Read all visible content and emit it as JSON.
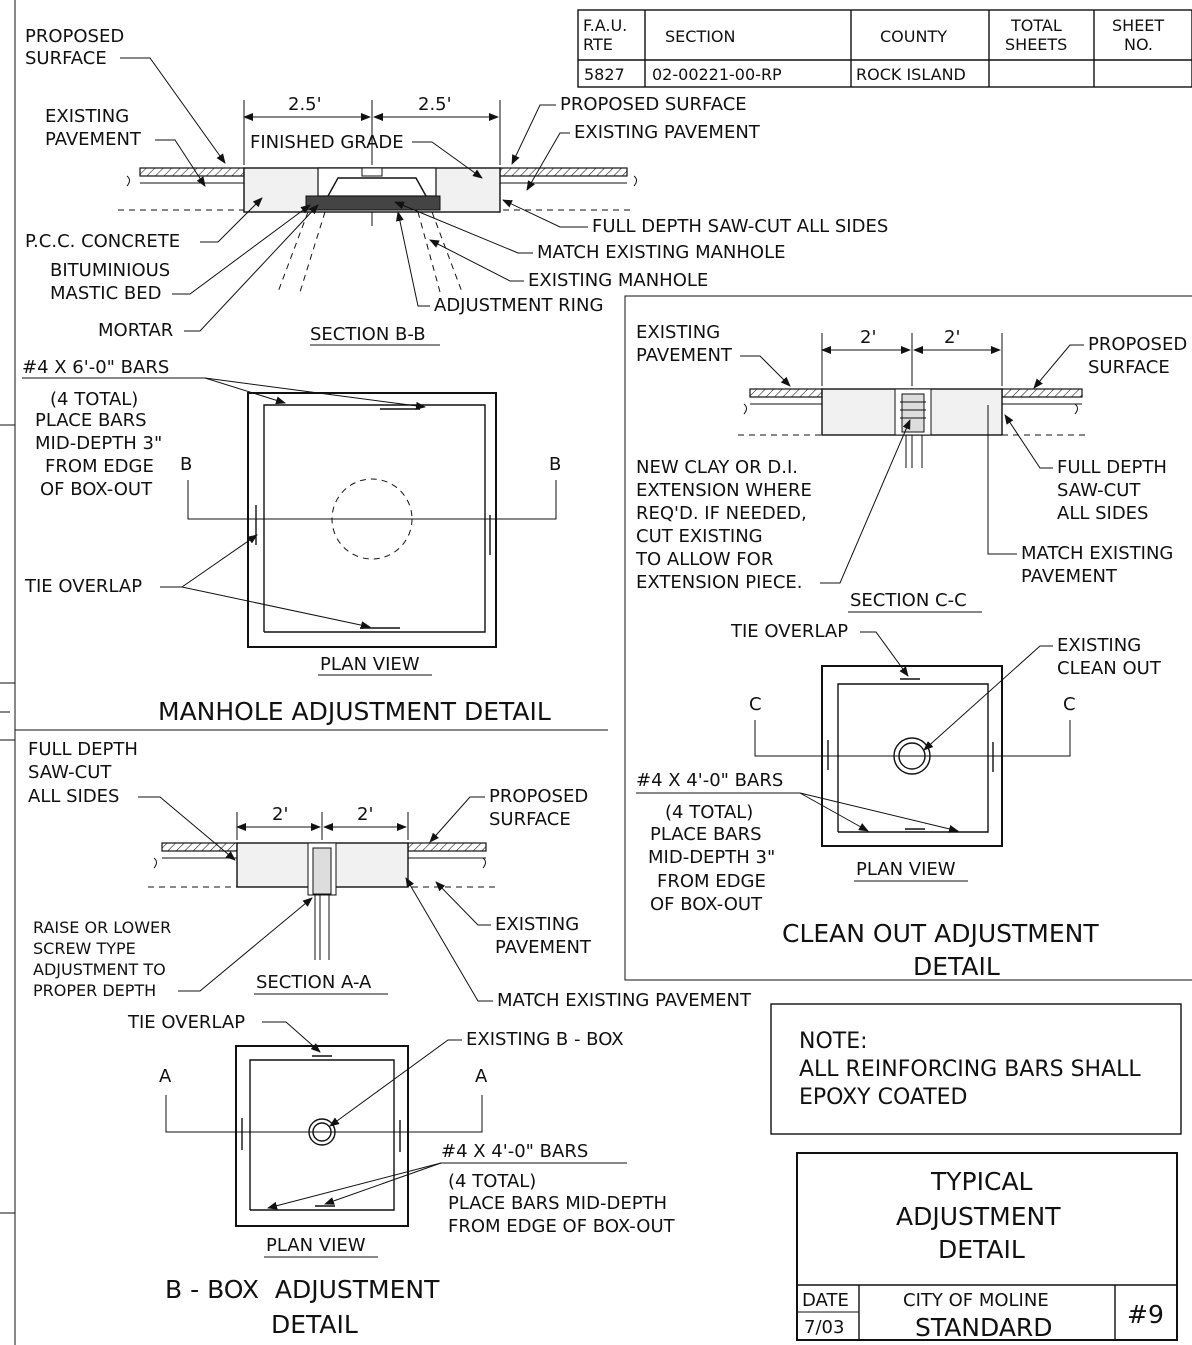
{
  "title_block": {
    "headers": [
      "F.A.U. RTE",
      "SECTION",
      "COUNTY",
      "TOTAL SHEETS",
      "SHEET NO."
    ],
    "values": [
      "5827",
      "02-00221-00-RP",
      "ROCK ISLAND",
      "",
      ""
    ]
  },
  "manhole": {
    "section_title": "SECTION B-B",
    "plan_title": "PLAN VIEW",
    "detail_title": "MANHOLE ADJUSTMENT DETAIL",
    "dim_left": "2.5'",
    "dim_right": "2.5'",
    "labels": {
      "proposed_surface_l1": "PROPOSED",
      "proposed_surface_l2": "SURFACE",
      "existing_pavement_l1": "EXISTING",
      "existing_pavement_l2": "PAVEMENT",
      "finished_grade": "FINISHED GRADE",
      "proposed_surface_r": "PROPOSED SURFACE",
      "existing_pavement_r": "EXISTING PAVEMENT",
      "saw_cut": "FULL DEPTH SAW-CUT ALL SIDES",
      "pcc": "P.C.C. CONCRETE",
      "match_manhole": "MATCH EXISTING MANHOLE",
      "bit_l1": "BITUMINIOUS",
      "bit_l2": "MASTIC BED",
      "existing_manhole": "EXISTING MANHOLE",
      "adj_ring": "ADJUSTMENT RING",
      "mortar": "MORTAR",
      "bars": "#4 X 6'-0\" BARS",
      "bars_n1": "(4 TOTAL)",
      "bars_n2": "PLACE BARS",
      "bars_n3": "MID-DEPTH 3\"",
      "bars_n4": "FROM EDGE",
      "bars_n5": "OF BOX-OUT",
      "tie": "TIE OVERLAP",
      "cut_left": "B",
      "cut_right": "B"
    }
  },
  "cleanout": {
    "section_title": "SECTION C-C",
    "plan_title": "PLAN VIEW",
    "detail_title_l1": "CLEAN OUT ADJUSTMENT",
    "detail_title_l2": "DETAIL",
    "dim_left": "2'",
    "dim_right": "2'",
    "labels": {
      "ex_pave_l1": "EXISTING",
      "ex_pave_l2": "PAVEMENT",
      "prop_l1": "PROPOSED",
      "prop_l2": "SURFACE",
      "note1": "NEW CLAY OR D.I.",
      "note2": "EXTENSION WHERE",
      "note3": "REQ'D. IF NEEDED,",
      "note4": "CUT EXISTING",
      "note5": "TO ALLOW FOR",
      "note6": "EXTENSION PIECE.",
      "saw1": "FULL DEPTH",
      "saw2": "SAW-CUT",
      "saw3": "ALL SIDES",
      "match1": "MATCH EXISTING",
      "match2": "PAVEMENT",
      "tie": "TIE OVERLAP",
      "ex_clean1": "EXISTING",
      "ex_clean2": "CLEAN OUT",
      "bars": "#4 X 4'-0\" BARS",
      "bars_n1": "(4 TOTAL)",
      "bars_n2": "PLACE BARS",
      "bars_n3": "MID-DEPTH 3\"",
      "bars_n4": "FROM EDGE",
      "bars_n5": "OF BOX-OUT",
      "cut_left": "C",
      "cut_right": "C"
    }
  },
  "bbox_detail": {
    "section_title": "SECTION A-A",
    "plan_title": "PLAN VIEW",
    "detail_title_l1": "B - BOX  ADJUSTMENT",
    "detail_title_l2": "DETAIL",
    "dim_left": "2'",
    "dim_right": "2'",
    "labels": {
      "saw1": "FULL DEPTH",
      "saw2": "SAW-CUT",
      "saw3": "ALL SIDES",
      "prop1": "PROPOSED",
      "prop2": "SURFACE",
      "raise1": "RAISE OR LOWER",
      "raise2": "SCREW TYPE",
      "raise3": "ADJUSTMENT TO",
      "raise4": "PROPER DEPTH",
      "ex_pave1": "EXISTING",
      "ex_pave2": "PAVEMENT",
      "match": "MATCH EXISTING PAVEMENT",
      "tie": "TIE OVERLAP",
      "ex_box": "EXISTING B - BOX",
      "bars": "#4 X 4'-0\" BARS",
      "bars_n1": "(4 TOTAL)",
      "bars_n2": "PLACE BARS MID-DEPTH",
      "bars_n3": "FROM EDGE OF BOX-OUT",
      "cut_left": "A",
      "cut_right": "A"
    }
  },
  "note": {
    "l1": "NOTE:",
    "l2": "ALL REINFORCING BARS SHALL",
    "l3": "EPOXY COATED"
  },
  "stamp": {
    "title1": "TYPICAL",
    "title2": "ADJUSTMENT",
    "title3": "DETAIL",
    "date_label": "DATE",
    "date_value": "7/03",
    "city": "CITY OF MOLINE",
    "standard": "STANDARD",
    "number": "#9"
  }
}
